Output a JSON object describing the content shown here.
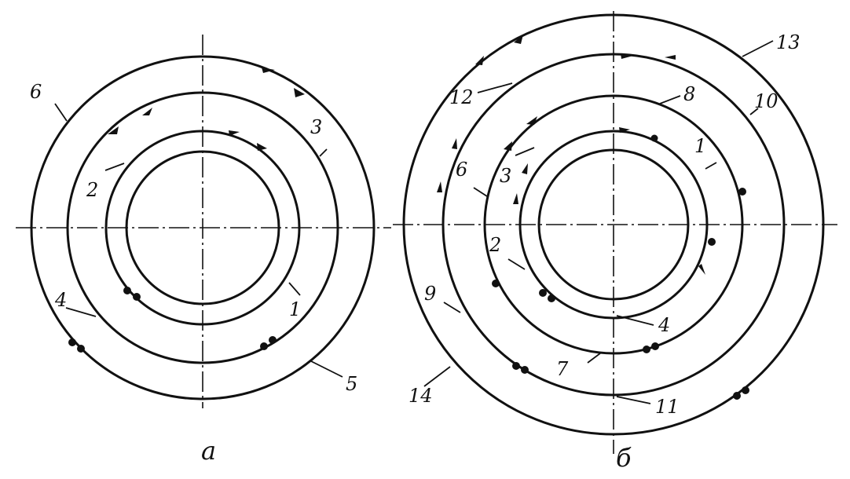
{
  "diagram_a": {
    "caption": "а",
    "labels": [
      "1",
      "2",
      "3",
      "4",
      "5",
      "6"
    ]
  },
  "diagram_b": {
    "caption": "б",
    "labels": [
      "1",
      "2",
      "3",
      "4",
      "6",
      "7",
      "8",
      "9",
      "10",
      "11",
      "12",
      "13",
      "14"
    ]
  }
}
